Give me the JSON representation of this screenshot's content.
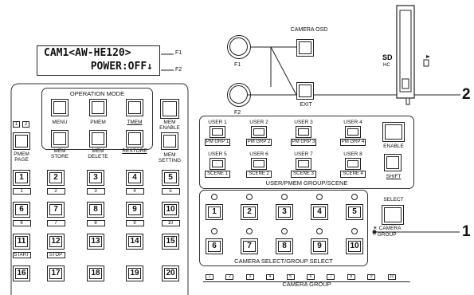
{
  "lcd": {
    "line1": "CAM1<AW-HE120>",
    "line2": "POWER:OFF↓",
    "f1_ref": "F1",
    "f2_ref": "F2"
  },
  "knobs": {
    "f1": "F1",
    "f2": "F2"
  },
  "camera_osd": {
    "label": "CAMERA OSD",
    "exit": "EXIT"
  },
  "callouts": {
    "one": "1",
    "two": "2"
  },
  "operation_mode": {
    "title": "OPERATION MODE",
    "buttons": [
      "MENU",
      "PMEM",
      "TMEM",
      "MEM STORE",
      "MEM DELETE",
      "RESTORE"
    ]
  },
  "left_extras": {
    "page_ind_1": "1",
    "page_ind_2": "2",
    "pmem_page": "PMEM PAGE",
    "mem_enable": "MEM ENABLE",
    "mem_setting": "MEM SETTING"
  },
  "num_buttons": [
    {
      "n": "1",
      "u": "1"
    },
    {
      "n": "2",
      "u": "2"
    },
    {
      "n": "3",
      "u": "3"
    },
    {
      "n": "4",
      "u": "4"
    },
    {
      "n": "5",
      "u": "5"
    },
    {
      "n": "6",
      "u": "6"
    },
    {
      "n": "7",
      "u": "7"
    },
    {
      "n": "8",
      "u": "8"
    },
    {
      "n": "9",
      "u": "9"
    },
    {
      "n": "10",
      "u": "10"
    },
    {
      "n": "11",
      "u": "START"
    },
    {
      "n": "12",
      "u": "STOP"
    },
    {
      "n": "13",
      "u": ""
    },
    {
      "n": "14",
      "u": ""
    },
    {
      "n": "15",
      "u": ""
    },
    {
      "n": "16",
      "u": ""
    },
    {
      "n": "17",
      "u": ""
    },
    {
      "n": "18",
      "u": ""
    },
    {
      "n": "19",
      "u": ""
    },
    {
      "n": "20",
      "u": ""
    }
  ],
  "user_pmem": {
    "title": "USER/PMEM GROUP/SCENE",
    "users": [
      {
        "top": "USER 1",
        "bot": "PM GRP 1"
      },
      {
        "top": "USER 2",
        "bot": "PM GRP 2"
      },
      {
        "top": "USER 3",
        "bot": "PM GRP 3"
      },
      {
        "top": "USER 4",
        "bot": "PM GRP 4"
      },
      {
        "top": "USER 5",
        "bot": "SCENE 1"
      },
      {
        "top": "USER 6",
        "bot": "SCENE 2"
      },
      {
        "top": "USER 7",
        "bot": "SCENE 3"
      },
      {
        "top": "USER 8",
        "bot": "SCENE 4"
      }
    ],
    "enable": "ENABLE",
    "shift": "SHIFT"
  },
  "camera_select": {
    "title": "CAMERA SELECT/GROUP SELECT",
    "buttons": [
      "1",
      "2",
      "3",
      "4",
      "5",
      "6",
      "7",
      "8",
      "9",
      "10"
    ],
    "select": "SELECT",
    "camera": "CAMERA",
    "group": "GROUP"
  },
  "camera_group": {
    "title": "CAMERA GROUP",
    "items": [
      "1",
      "2",
      "3",
      "4",
      "5",
      "6",
      "7",
      "8",
      "9",
      "10"
    ]
  }
}
